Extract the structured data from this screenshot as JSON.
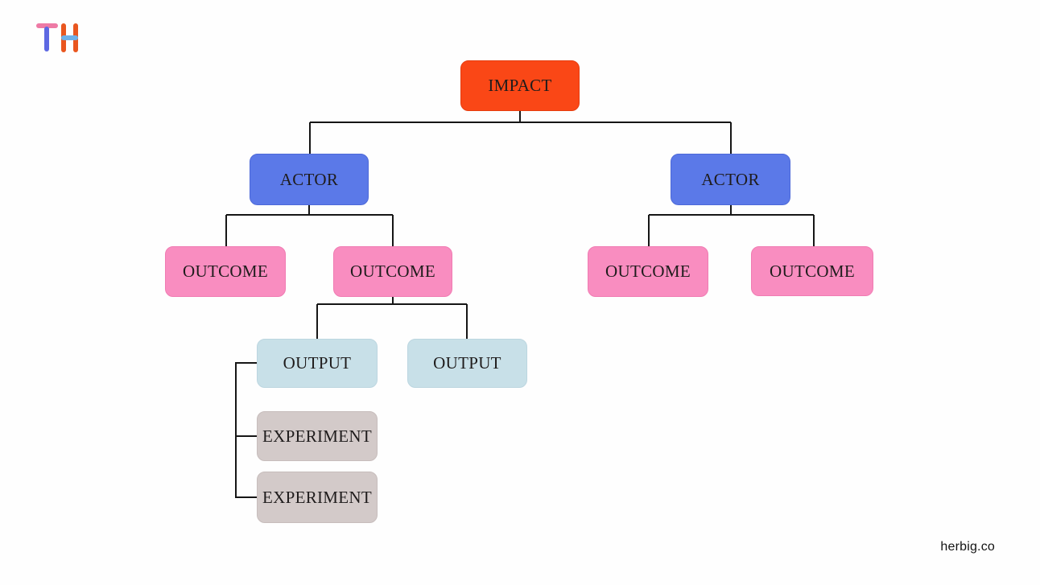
{
  "logo": {
    "text": "TH",
    "colors": {
      "t_bar": "#ee7aa5",
      "t_stem": "#5d68e2",
      "h_bars": "#e9561f",
      "h_cross": "#6fb0e8"
    }
  },
  "diagram": {
    "impact": {
      "label": "IMPACT"
    },
    "actors": [
      {
        "label": "ACTOR"
      },
      {
        "label": "ACTOR"
      }
    ],
    "outcomes": [
      {
        "label": "OUTCOME"
      },
      {
        "label": "OUTCOME"
      },
      {
        "label": "OUTCOME"
      },
      {
        "label": "OUTCOME"
      }
    ],
    "outputs": [
      {
        "label": "OUTPUT"
      },
      {
        "label": "OUTPUT"
      }
    ],
    "experiments": [
      {
        "label": "EXPERIMENT"
      },
      {
        "label": "EXPERIMENT"
      }
    ]
  },
  "colors": {
    "background": "#fefefe",
    "impact": "#fa4716",
    "actor": "#5b79e8",
    "outcome": "#f98dc0",
    "output": "#c8e0e8",
    "experiment": "#d3cac9",
    "connector": "#161616",
    "label_text": "#1f1c1c"
  },
  "footer": {
    "brand": "herbig.co"
  }
}
